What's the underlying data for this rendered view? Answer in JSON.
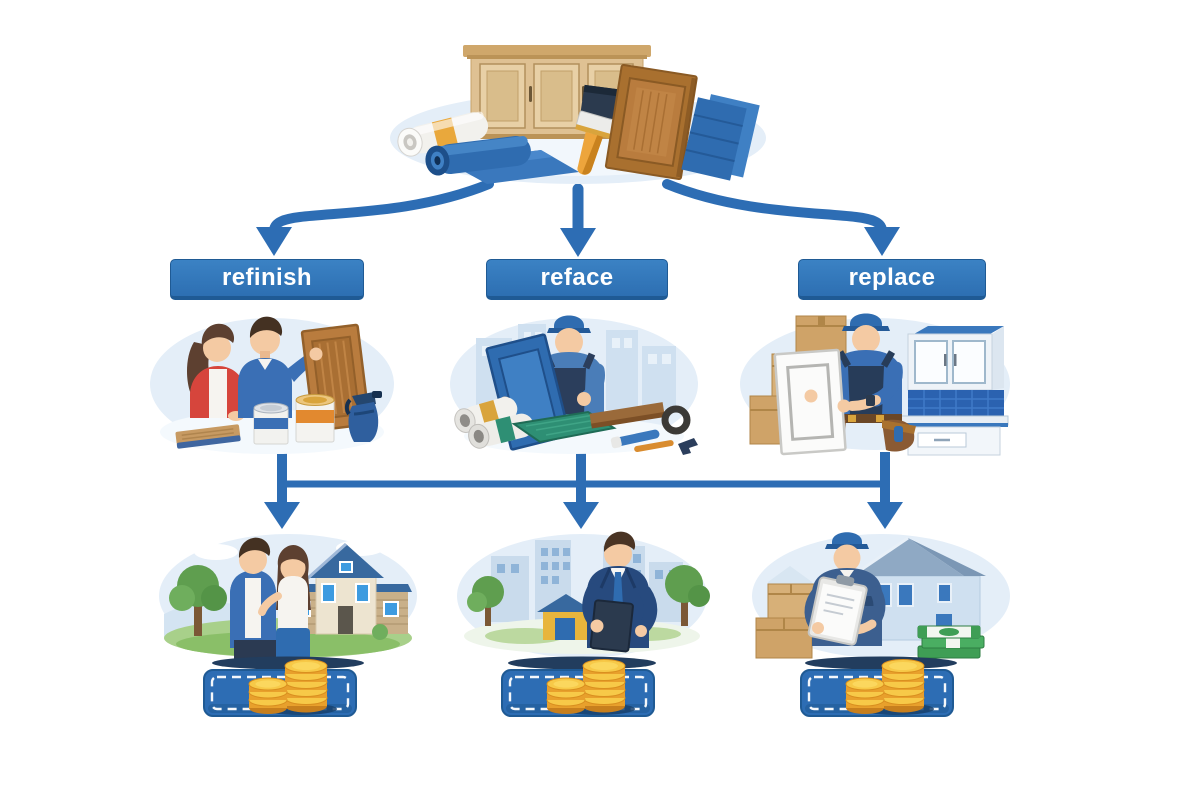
{
  "diagram": {
    "type": "flowchart-infographic",
    "root_icon": "kitchen-cabinet-with-doors-brush-and-materials",
    "options": [
      {
        "id": "refinish",
        "label": "refinish",
        "process_icon": "couple-with-wood-door-and-paint-cans",
        "result_icon": "couple-in-front-of-house",
        "cost_icon": "blue-tag-with-coin-stacks"
      },
      {
        "id": "reface",
        "label": "reface",
        "process_icon": "worker-holding-blue-door-with-veneer-tools",
        "result_icon": "businessman-with-clipboard-in-city",
        "cost_icon": "blue-tag-with-coin-stacks"
      },
      {
        "id": "replace",
        "label": "replace",
        "process_icon": "installer-with-boxes-and-new-cabinets",
        "result_icon": "estimator-with-clipboard-house-and-cash",
        "cost_icon": "blue-tag-with-coin-stacks"
      }
    ],
    "colors": {
      "canvas_bg": "#ffffff",
      "arrow_blue": "#2d6db4",
      "label_bg_top": "#3b82c4",
      "label_bg_bottom": "#2d6fb2",
      "label_border": "#1f5a94",
      "label_text": "#ffffff",
      "scene_bg": "#e4eef8",
      "tag_blue": "#2d6db4",
      "coin_gold": "#f7c948",
      "coin_gold_dark": "#e8a02c"
    }
  }
}
